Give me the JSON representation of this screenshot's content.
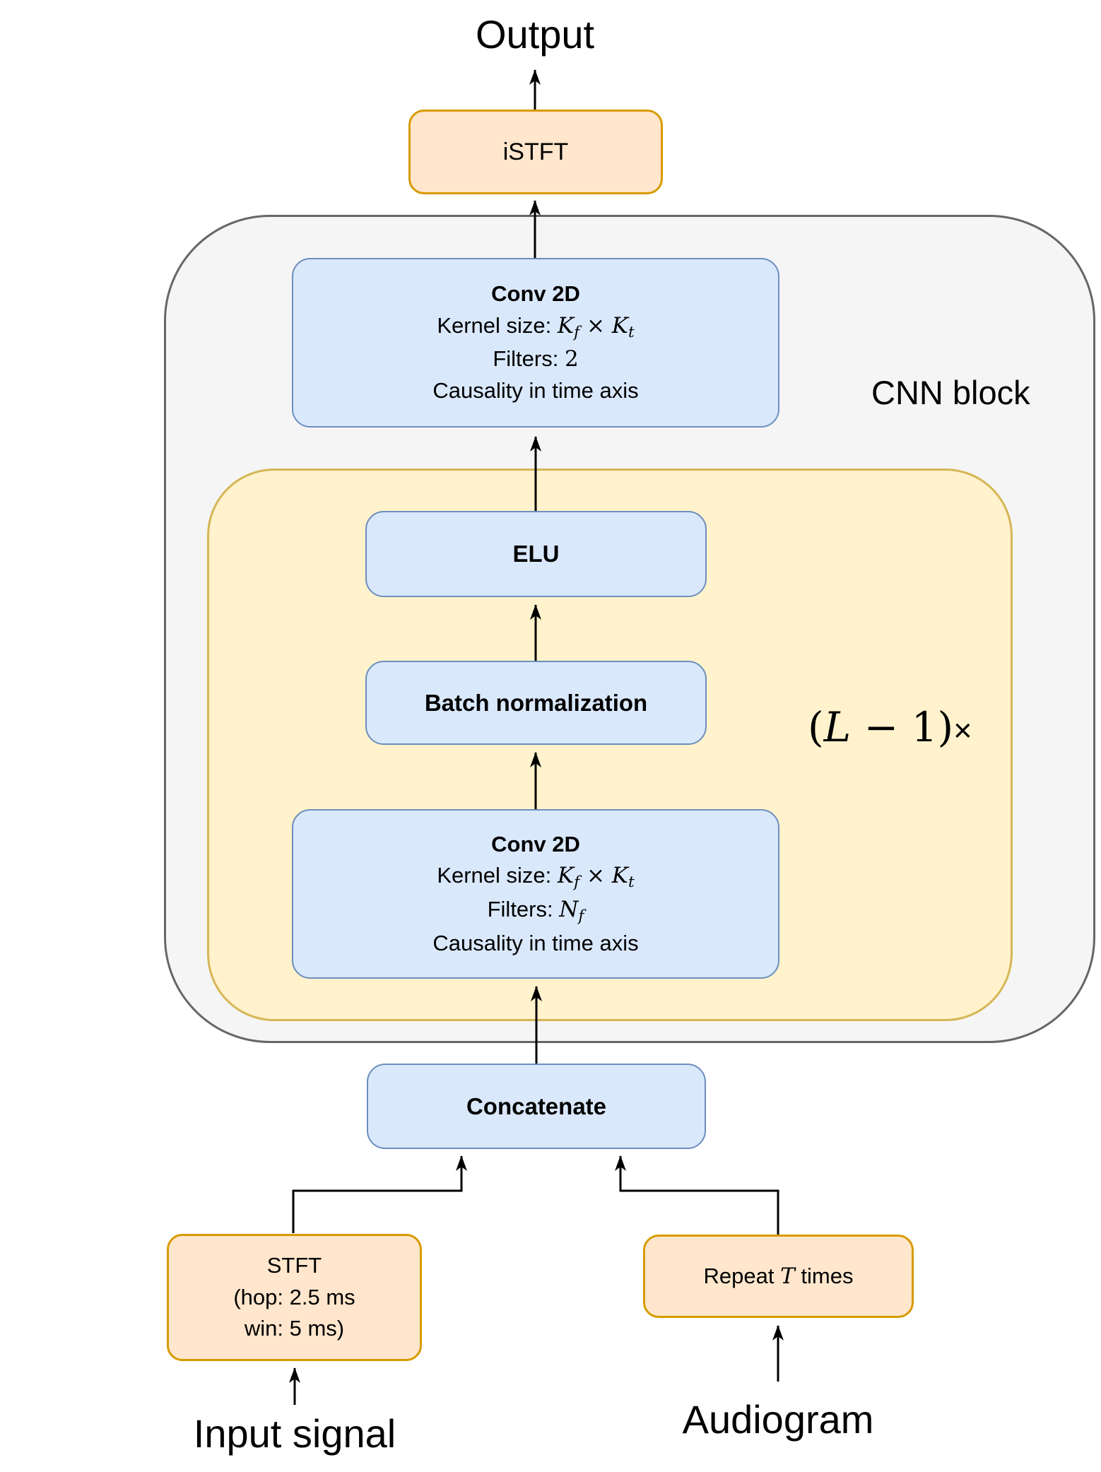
{
  "colors": {
    "blue_fill": "#DAE8FC",
    "blue_border": "#6C8EBF",
    "orange_fill": "#FFE6CC",
    "orange_border": "#D79B00",
    "yellow_fill": "#FFF2CC",
    "yellow_border": "#D6B656",
    "gray_fill": "#F5F5F5",
    "gray_border": "#666666",
    "arrow": "#000000"
  },
  "labels": {
    "output": "Output",
    "input_signal": "Input signal",
    "audiogram": "Audiogram",
    "cnn_block": "CNN block"
  },
  "nodes": {
    "istft": "iSTFT",
    "elu": "ELU",
    "batchnorm": "Batch normalization",
    "concatenate": "Concatenate",
    "conv_top": {
      "title": "Conv 2D",
      "kernel_line": [
        {
          "t": "txt",
          "v": "Kernel size: "
        },
        {
          "t": "math",
          "v": "K"
        },
        {
          "t": "sub",
          "v": "f"
        },
        {
          "t": "num",
          "v": " × "
        },
        {
          "t": "math",
          "v": "K"
        },
        {
          "t": "sub",
          "v": "t"
        }
      ],
      "filters_line": [
        {
          "t": "txt",
          "v": "Filters: "
        },
        {
          "t": "num",
          "v": "2"
        }
      ],
      "causality_line": [
        {
          "t": "txt",
          "v": "Causality in time axis"
        }
      ]
    },
    "conv_inner": {
      "title": "Conv 2D",
      "kernel_line": [
        {
          "t": "txt",
          "v": "Kernel size: "
        },
        {
          "t": "math",
          "v": "K"
        },
        {
          "t": "sub",
          "v": "f"
        },
        {
          "t": "num",
          "v": " × "
        },
        {
          "t": "math",
          "v": "K"
        },
        {
          "t": "sub",
          "v": "t"
        }
      ],
      "filters_line": [
        {
          "t": "txt",
          "v": "Filters: "
        },
        {
          "t": "math",
          "v": "N"
        },
        {
          "t": "sub",
          "v": "f"
        }
      ],
      "causality_line": [
        {
          "t": "txt",
          "v": "Causality in time axis"
        }
      ]
    },
    "loop_count": [
      {
        "t": "num",
        "v": "("
      },
      {
        "t": "math",
        "v": "L"
      },
      {
        "t": "num",
        "v": " − 1)"
      },
      {
        "t": "times",
        "v": "×"
      }
    ],
    "stft": {
      "line1": "STFT",
      "line2": "(hop: 2.5 ms",
      "line3": "win: 5 ms)"
    },
    "repeat_t": [
      {
        "t": "txt",
        "v": "Repeat "
      },
      {
        "t": "math",
        "v": "T"
      },
      {
        "t": "txt",
        "v": " times"
      }
    ]
  }
}
